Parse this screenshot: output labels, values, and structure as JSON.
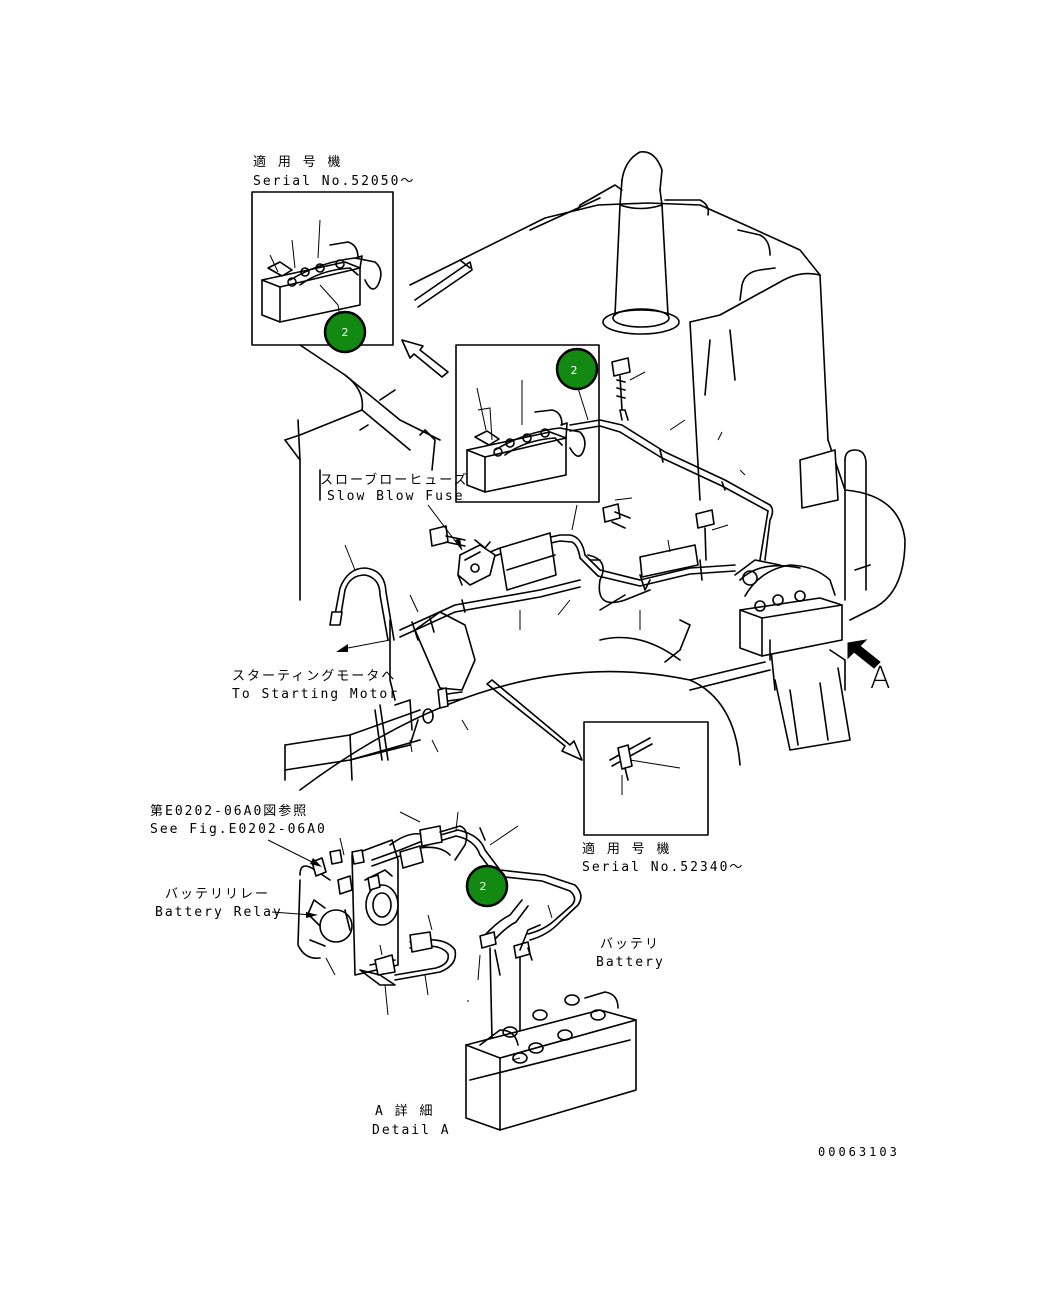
{
  "labels": {
    "serial_top_jp": "適 用 号 機",
    "serial_top_en": "Serial No.52050～",
    "slow_blow_jp": "スローブローヒューズ",
    "slow_blow_en": "Slow Blow Fuse",
    "starting_motor_jp": "スターティングモータへ",
    "starting_motor_en": "To Starting Motor",
    "see_fig_jp": "第E0202-06A0図参照",
    "see_fig_en": "See Fig.E0202-06A0",
    "battery_relay_jp": "バッテリリレー",
    "battery_relay_en": "Battery Relay",
    "battery_jp": "バッテリ",
    "battery_en": "Battery",
    "serial_mid_jp": "適 用 号 機",
    "serial_mid_en": "Serial No.52340～",
    "detail_a_jp": "A 詳 細",
    "detail_a_en": "Detail A",
    "view_a": "A",
    "drawing_number": "00063103"
  },
  "callouts": [
    {
      "id": "callout-1",
      "number": "2"
    },
    {
      "id": "callout-2",
      "number": "2"
    },
    {
      "id": "callout-3",
      "number": "2"
    }
  ],
  "colors": {
    "callout_fill": "#128a12",
    "line": "#000000",
    "background": "#ffffff"
  }
}
